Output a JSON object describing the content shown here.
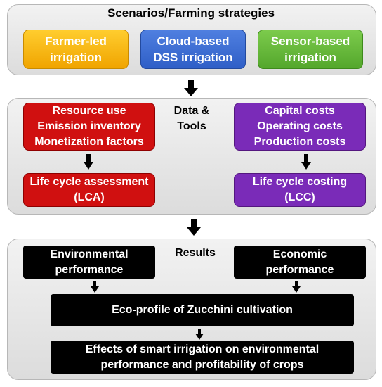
{
  "scenarios": {
    "title": "Scenarios/Farming strategies",
    "farmer_led": [
      "Farmer-led",
      "irrigation"
    ],
    "cloud_based": [
      "Cloud-based",
      "DSS irrigation"
    ],
    "sensor_based": [
      "Sensor-based",
      "irrigation"
    ]
  },
  "data_tools": {
    "title": [
      "Data &",
      "Tools"
    ],
    "lca_inputs": [
      "Resource use",
      "Emission inventory",
      "Monetization factors"
    ],
    "lca": [
      "Life cycle assessment",
      "(LCA)"
    ],
    "lcc_inputs": [
      "Capital costs",
      "Operating costs",
      "Production costs"
    ],
    "lcc": [
      "Life cycle costing",
      "(LCC)"
    ]
  },
  "results": {
    "title": "Results",
    "environmental": [
      "Environmental",
      "performance"
    ],
    "economic": [
      "Economic",
      "performance"
    ],
    "eco_profile": "Eco-profile of Zucchini cultivation",
    "effects": [
      "Effects of smart irrigation on environmental",
      "performance and profitability of crops"
    ]
  },
  "colors": {
    "scenario_farmer": "#f0a400",
    "scenario_cloud": "#2f5fc7",
    "scenario_sensor": "#54a72c",
    "lca_red": "#d01010",
    "lcc_purple": "#7a2bb8",
    "results_black": "#000000"
  }
}
